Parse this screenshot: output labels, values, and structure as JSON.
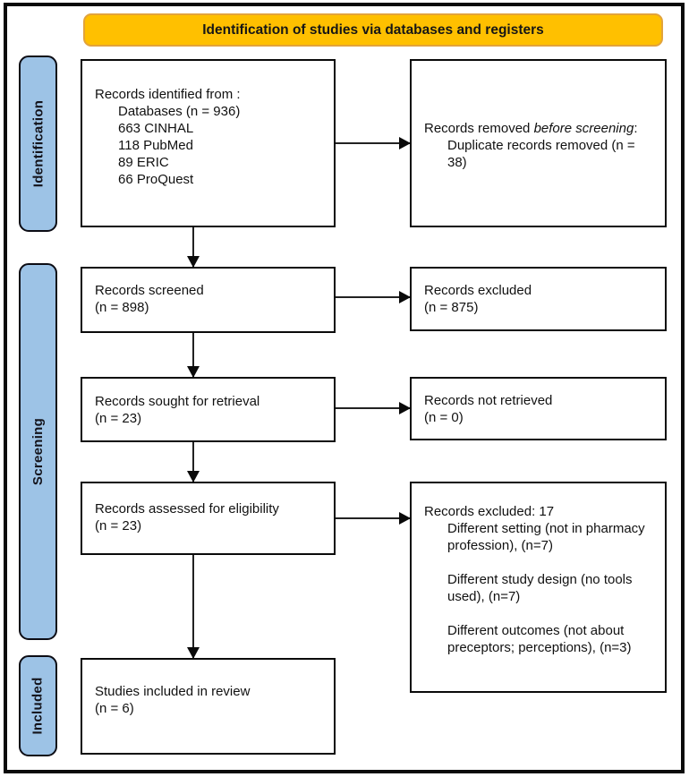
{
  "banner": {
    "label": "Identification of studies via databases and registers"
  },
  "stages": {
    "identification": "Identification",
    "screening": "Screening",
    "included": "Included"
  },
  "colors": {
    "banner_fill": "#FFC000",
    "banner_border": "#E2A33B",
    "stage_fill": "#9DC3E6",
    "box_border": "#0A0A0A",
    "frame_border": "#0A0A0A"
  },
  "boxes": {
    "identified": {
      "title": "Records identified from :",
      "items": [
        "Databases (n = 936)",
        "663 CINHAL",
        "118 PubMed",
        "89 ERIC",
        "66 ProQuest"
      ]
    },
    "removed_before_screening": {
      "prefix": "Records removed ",
      "italic": "before screening",
      "suffix": ":",
      "items": [
        "Duplicate records removed (n = 38)"
      ]
    },
    "screened": {
      "line1": "Records screened",
      "line2": "(n = 898)"
    },
    "excluded": {
      "line1": "Records excluded",
      "line2": "(n = 875)"
    },
    "sought": {
      "line1": "Records sought for retrieval",
      "line2": "(n = 23)"
    },
    "not_retrieved": {
      "line1": "Records not retrieved",
      "line2": "(n = 0)"
    },
    "assessed": {
      "line1": "Records assessed for eligibility",
      "line2": "(n = 23)"
    },
    "excluded_reasons": {
      "title": "Records excluded: 17",
      "reasons": [
        "Different setting (not in pharmacy profession), (n=7)",
        "Different study design (no tools used), (n=7)",
        "Different outcomes (not about preceptors; perceptions), (n=3)"
      ]
    },
    "included_studies": {
      "line1": "Studies included in review",
      "line2": "(n = 6)"
    }
  }
}
